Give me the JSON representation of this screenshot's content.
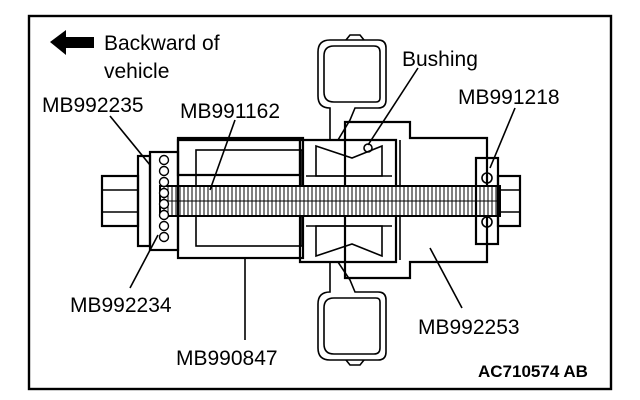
{
  "direction_note": {
    "line1": "Backward of",
    "line2": "vehicle"
  },
  "labels": {
    "bushing": "Bushing",
    "mb992235": "MB992235",
    "mb991162": "MB991162",
    "mb991218": "MB991218",
    "mb992234": "MB992234",
    "mb990847": "MB990847",
    "mb992253": "MB992253"
  },
  "figure_code": "AC710574 AB"
}
